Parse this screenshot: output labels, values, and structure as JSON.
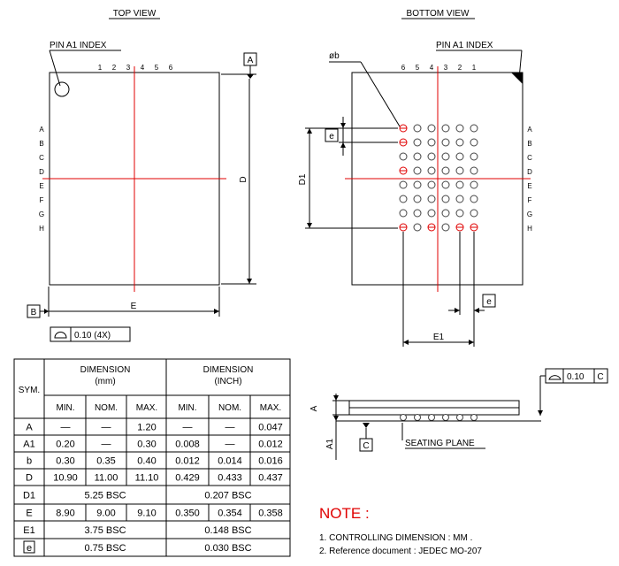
{
  "top_view": {
    "title": "TOP VIEW",
    "pin_index_label": "PIN  A1  INDEX",
    "col_labels": [
      "1",
      "2",
      "3",
      "4",
      "5",
      "6"
    ],
    "row_labels": [
      "A",
      "B",
      "C",
      "D",
      "E",
      "F",
      "G",
      "H"
    ],
    "datum_a": "A",
    "datum_b": "B",
    "dim_d": "D",
    "dim_e": "E",
    "flatness": "0.10  (4X)"
  },
  "bottom_view": {
    "title": "BOTTOM  VIEW",
    "pin_index_label": "PIN  A1  INDEX",
    "ball_label": "øb",
    "col_labels": [
      "6",
      "5",
      "4",
      "3",
      "2",
      "1"
    ],
    "row_labels": [
      "A",
      "B",
      "C",
      "D",
      "E",
      "F",
      "G",
      "H"
    ],
    "dim_e_pitch": "e",
    "dim_d1": "D1",
    "dim_e1": "E1"
  },
  "side_view": {
    "flatness": "0.10",
    "datum": "C",
    "dim_a": "A",
    "dim_a1": "A1",
    "datum_c": "C",
    "seating_plane": "SEATING  PLANE"
  },
  "table": {
    "sym_header": "SYM.",
    "mm_header": [
      "DIMENSION",
      "(mm)"
    ],
    "inch_header": [
      "DIMENSION",
      "(INCH)"
    ],
    "sub_headers": [
      "MIN.",
      "NOM.",
      "MAX.",
      "MIN.",
      "NOM.",
      "MAX."
    ],
    "rows": [
      {
        "sym": "A",
        "cells": [
          "—",
          "—",
          "1.20",
          "—",
          "—",
          "0.047"
        ]
      },
      {
        "sym": "A1",
        "cells": [
          "0.20",
          "—",
          "0.30",
          "0.008",
          "—",
          "0.012"
        ]
      },
      {
        "sym": "b",
        "cells": [
          "0.30",
          "0.35",
          "0.40",
          "0.012",
          "0.014",
          "0.016"
        ]
      },
      {
        "sym": "D",
        "cells": [
          "10.90",
          "11.00",
          "11.10",
          "0.429",
          "0.433",
          "0.437"
        ]
      },
      {
        "sym": "D1",
        "mm_bsc": "5.25  BSC",
        "inch_bsc": "0.207  BSC"
      },
      {
        "sym": "E",
        "cells": [
          "8.90",
          "9.00",
          "9.10",
          "0.350",
          "0.354",
          "0.358"
        ]
      },
      {
        "sym": "E1",
        "mm_bsc": "3.75  BSC",
        "inch_bsc": "0.148  BSC"
      },
      {
        "sym": "e",
        "mm_bsc": "0.75  BSC",
        "inch_bsc": "0.030  BSC"
      }
    ]
  },
  "notes": {
    "title": "NOTE :",
    "items": [
      "1. CONTROLLING DIMENSION : MM .",
      "2. Reference document : JEDEC MO-207"
    ]
  },
  "colors": {
    "centerline": "#e00000",
    "note_title": "#e00000",
    "line": "#000000"
  }
}
